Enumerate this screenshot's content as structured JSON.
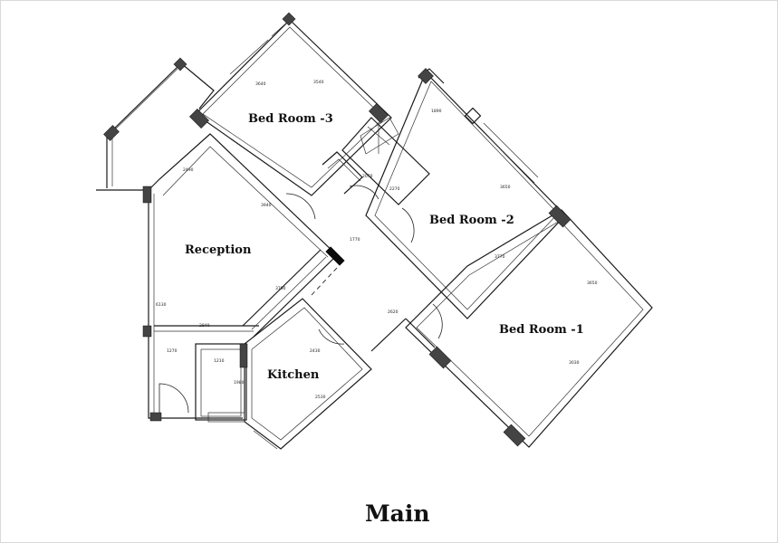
{
  "title": "Main",
  "rooms": [
    {
      "label": "Bed Room -3"
    },
    {
      "label": "Bed Room -2"
    },
    {
      "label": "Bed Room -1"
    },
    {
      "label": "Reception"
    },
    {
      "label": "Kitchen"
    }
  ],
  "dimensions": [
    "3640",
    "3540",
    "2490",
    "3940",
    "3790",
    "1270",
    "2840",
    "6130",
    "1270",
    "1210",
    "1980",
    "2430",
    "2530",
    "2620",
    "1770",
    "2270",
    "2070",
    "2890",
    "3650",
    "3770",
    "3650",
    "3030",
    "1890"
  ]
}
